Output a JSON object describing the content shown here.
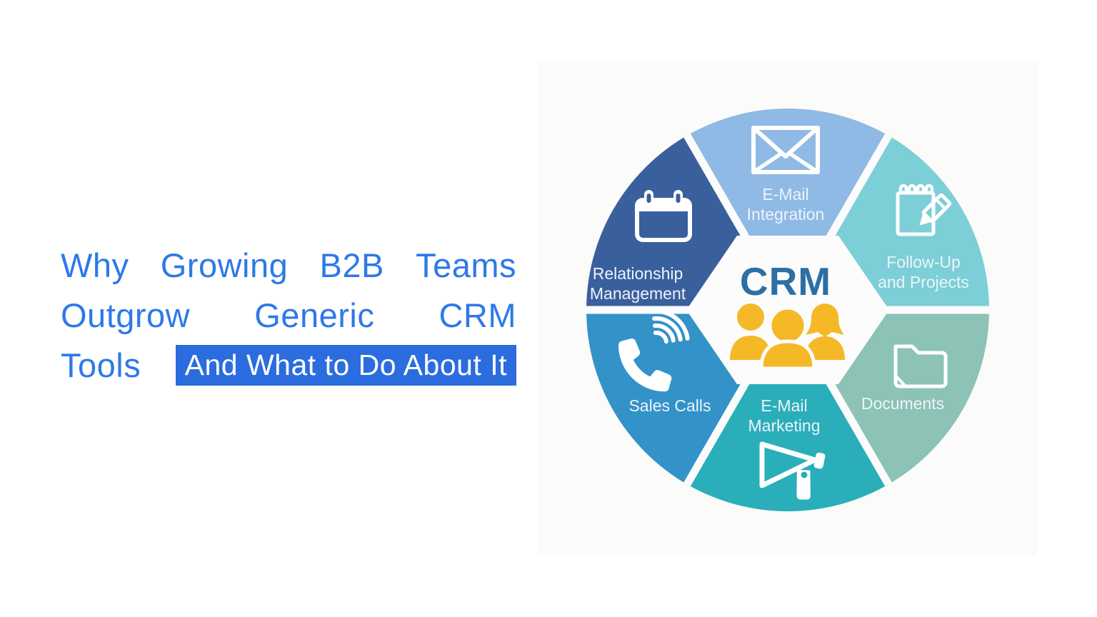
{
  "page": {
    "background": "#ffffff"
  },
  "title": {
    "line1_words": [
      "Why",
      "Growing",
      "B2B",
      "Teams"
    ],
    "line2_words": [
      "Outgrow",
      "Generic",
      "CRM"
    ],
    "line3_word": "Tools",
    "line3_highlight": "And What to Do About It",
    "text_color": "#2e79e8",
    "highlight_bg": "#2b6cdf",
    "highlight_text_color": "#ffffff"
  },
  "diagram": {
    "center_label": "CRM",
    "center_label_color": "#2e6fa3",
    "people_color": "#f5b826",
    "divider_color": "#fcfcfc",
    "segments": [
      {
        "id": "email-integration",
        "label_lines": [
          "E-Mail",
          "Integration"
        ],
        "icon": "envelope-icon",
        "color": "#8fbae5",
        "position": "top"
      },
      {
        "id": "follow-up-and-projects",
        "label_lines": [
          "Follow-Up",
          "and Projects"
        ],
        "icon": "notepad-pencil-icon",
        "color": "#7ccfd6",
        "position": "top-right"
      },
      {
        "id": "documents",
        "label_lines": [
          "Documents"
        ],
        "icon": "folder-icon",
        "color": "#8cc3b6",
        "position": "bottom-right"
      },
      {
        "id": "email-marketing",
        "label_lines": [
          "E-Mail",
          "Marketing"
        ],
        "icon": "megaphone-icon",
        "color": "#29aeba",
        "position": "bottom"
      },
      {
        "id": "sales-calls",
        "label_lines": [
          "Sales Calls"
        ],
        "icon": "phone-icon",
        "color": "#3392c8",
        "position": "bottom-left"
      },
      {
        "id": "relationship-management",
        "label_lines": [
          "Relationship",
          "Management"
        ],
        "icon": "calendar-icon",
        "color": "#3a5f9d",
        "position": "top-left"
      }
    ]
  }
}
